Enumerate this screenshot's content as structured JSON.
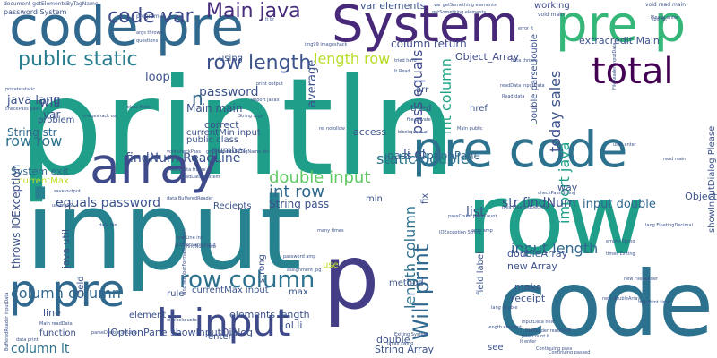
{
  "cloud": {
    "words": [
      {
        "text": "println",
        "color": "#1f9e89",
        "size": 150
      },
      {
        "text": "input",
        "color": "#26828e",
        "size": 120
      },
      {
        "text": "row",
        "color": "#1f9e89",
        "size": 110
      },
      {
        "text": "code",
        "color": "#2c728e",
        "size": 100
      },
      {
        "text": "p",
        "color": "#433e85",
        "size": 100
      },
      {
        "text": "code pre",
        "color": "#31688e",
        "size": 60
      },
      {
        "text": "System",
        "color": "#482878",
        "size": 56
      },
      {
        "text": "pre p",
        "color": "#35b779",
        "size": 56
      },
      {
        "text": "pre code",
        "color": "#2c728e",
        "size": 55
      },
      {
        "text": "array",
        "color": "#3e4a89",
        "size": 55
      },
      {
        "text": "p pre",
        "color": "#31688e",
        "size": 50
      },
      {
        "text": "lt input",
        "color": "#3e4a89",
        "size": 42
      },
      {
        "text": "total",
        "color": "#440154",
        "size": 40
      },
      {
        "text": "row column",
        "color": "#2c728e",
        "size": 26
      },
      {
        "text": "Will print",
        "color": "#31688e",
        "size": 24
      },
      {
        "text": "public static",
        "color": "#287d8e",
        "size": 22
      },
      {
        "text": "code var",
        "color": "#3e4a89",
        "size": 22
      },
      {
        "text": "Main java",
        "color": "#472d7b",
        "size": 22
      },
      {
        "text": "row length",
        "color": "#3b528b",
        "size": 22
      },
      {
        "text": "double input",
        "color": "#5ec962",
        "size": 18
      },
      {
        "text": "int row",
        "color": "#31688e",
        "size": 18
      },
      {
        "text": "length column",
        "color": "#2c728e",
        "size": 16
      },
      {
        "text": "static double",
        "color": "#2c728e",
        "size": 16
      },
      {
        "text": "int column",
        "color": "#20a486",
        "size": 16
      },
      {
        "text": "today sales",
        "color": "#3b528b",
        "size": 16
      },
      {
        "text": "import java",
        "color": "#1f9e89",
        "size": 16
      },
      {
        "text": "pass equals",
        "color": "#3e4a89",
        "size": 16
      },
      {
        "text": "String pass",
        "color": "#3b528b",
        "size": 12
      },
      {
        "text": "column column",
        "color": "#31688e",
        "size": 16
      },
      {
        "text": "input length",
        "color": "#31688e",
        "size": 16
      },
      {
        "text": "equals password",
        "color": "#3b528b",
        "size": 14
      },
      {
        "text": "findNum ReadLine",
        "color": "#3b528b",
        "size": 14
      },
      {
        "text": "row row",
        "color": "#2c728e",
        "size": 16
      },
      {
        "text": "password",
        "color": "#3b528b",
        "size": 14
      },
      {
        "text": "length row",
        "color": "#b8de29",
        "size": 16
      },
      {
        "text": "column lt",
        "color": "#2c728e",
        "size": 14
      },
      {
        "text": "str findNum",
        "color": "#3b528b",
        "size": 14
      },
      {
        "text": "input double",
        "color": "#31688e",
        "size": 13
      },
      {
        "text": "pass JOptionPane",
        "color": "#31688e",
        "size": 12
      },
      {
        "text": "String str",
        "color": "#31688e",
        "size": 12
      },
      {
        "text": "java lang",
        "color": "#3b528b",
        "size": 13
      },
      {
        "text": "will",
        "color": "#3b528b",
        "size": 14
      },
      {
        "text": "loop",
        "color": "#3b528b",
        "size": 13
      },
      {
        "text": "average",
        "color": "#3b528b",
        "size": 13
      },
      {
        "text": "column return",
        "color": "#3e4a89",
        "size": 12
      },
      {
        "text": "Object_Array",
        "color": "#3e4a89",
        "size": 11
      },
      {
        "text": "extracredit Main",
        "color": "#3b528b",
        "size": 11
      },
      {
        "text": "working",
        "color": "#3e4a89",
        "size": 10
      },
      {
        "text": "var",
        "color": "#3b528b",
        "size": 12
      },
      {
        "text": "n",
        "color": "#31688e",
        "size": 20
      },
      {
        "text": "Main main",
        "color": "#3b528b",
        "size": 12
      },
      {
        "text": "correct",
        "color": "#3b528b",
        "size": 11
      },
      {
        "text": "currentMin input",
        "color": "#3b528b",
        "size": 10
      },
      {
        "text": "public class",
        "color": "#3b528b",
        "size": 10
      },
      {
        "text": "number",
        "color": "#3b528b",
        "size": 10
      },
      {
        "text": "System exit",
        "color": "#31688e",
        "size": 11
      },
      {
        "text": "currentMax",
        "color": "#bddf26",
        "size": 10
      },
      {
        "text": "throws IOException",
        "color": "#3b528b",
        "size": 12
      },
      {
        "text": "problem",
        "color": "#3b528b",
        "size": 10
      },
      {
        "text": "java util",
        "color": "#3b528b",
        "size": 11
      },
      {
        "text": "Reciepts",
        "color": "#3b528b",
        "size": 10
      },
      {
        "text": "strong",
        "color": "#3b528b",
        "size": 10
      },
      {
        "text": "list",
        "color": "#3b528b",
        "size": 14
      },
      {
        "text": "li ol",
        "color": "#3b528b",
        "size": 14
      },
      {
        "text": "fix",
        "color": "#3b528b",
        "size": 10
      },
      {
        "text": "access",
        "color": "#3b528b",
        "size": 11
      },
      {
        "text": "tried",
        "color": "#3b528b",
        "size": 10
      },
      {
        "text": "href",
        "color": "#3b528b",
        "size": 10
      },
      {
        "text": "arr",
        "color": "#3b528b",
        "size": 10
      },
      {
        "text": "min",
        "color": "#3b528b",
        "size": 10
      },
      {
        "text": "way",
        "color": "#3b528b",
        "size": 11
      },
      {
        "text": "Object",
        "color": "#3b528b",
        "size": 11
      },
      {
        "text": "make",
        "color": "#3b528b",
        "size": 11
      },
      {
        "text": "receipt",
        "color": "#3b528b",
        "size": 11
      },
      {
        "text": "doubleArray",
        "color": "#3b528b",
        "size": 11
      },
      {
        "text": "new Array",
        "color": "#3b528b",
        "size": 11
      },
      {
        "text": "showInputDialog Please",
        "color": "#3b528b",
        "size": 10
      },
      {
        "text": "Double parseDouble",
        "color": "#3b528b",
        "size": 10
      },
      {
        "text": "field label",
        "color": "#3b528b",
        "size": 10
      },
      {
        "text": "elements length",
        "color": "#3b528b",
        "size": 11
      },
      {
        "text": "currentMax input",
        "color": "#3b528b",
        "size": 10
      },
      {
        "text": "max",
        "color": "#3b528b",
        "size": 10
      },
      {
        "text": "ol li",
        "color": "#3b528b",
        "size": 11
      },
      {
        "text": "element",
        "color": "#3b528b",
        "size": 10
      },
      {
        "text": "function",
        "color": "#3b528b",
        "size": 10
      },
      {
        "text": "line",
        "color": "#3b528b",
        "size": 11
      },
      {
        "text": "JOptionPane showInputDialog",
        "color": "#3b528b",
        "size": 11
      },
      {
        "text": "String Array",
        "color": "#3b528b",
        "size": 11
      },
      {
        "text": "double",
        "color": "#3b528b",
        "size": 11
      },
      {
        "text": "enter",
        "color": "#3b528b",
        "size": 10
      },
      {
        "text": "see",
        "color": "#3b528b",
        "size": 10
      },
      {
        "text": "method",
        "color": "#3b528b",
        "size": 10
      },
      {
        "text": "rule",
        "color": "#3b528b",
        "size": 10
      },
      {
        "text": "use",
        "color": "#bddf26",
        "size": 10
      },
      {
        "text": "field",
        "color": "#3b528b",
        "size": 10
      },
      {
        "text": "using",
        "color": "#3b528b",
        "size": 10
      },
      {
        "text": "var elements",
        "color": "#3b528b",
        "size": 11
      },
      {
        "text": "password System",
        "color": "#3b528b",
        "size": 8
      },
      {
        "text": "document getElementsByTagName",
        "color": "#3b528b",
        "size": 6
      },
      {
        "text": "program lt",
        "color": "#3b528b",
        "size": 6
      },
      {
        "text": "void main",
        "color": "#3b528b",
        "size": 6
      },
      {
        "text": "void read main",
        "color": "#3b528b",
        "size": 6
      },
      {
        "text": "args throws",
        "color": "#3b528b",
        "size": 5
      },
      {
        "text": "questions p",
        "color": "#3b528b",
        "size": 5
      },
      {
        "text": "img99 imageshack",
        "color": "#3b528b",
        "size": 5
      },
      {
        "text": "void checkPass",
        "color": "#3b528b",
        "size": 5
      },
      {
        "text": "getElementsByTagName div",
        "color": "#3b528b",
        "size": 5
      },
      {
        "text": "private static",
        "color": "#3b528b",
        "size": 5
      },
      {
        "text": "checkPass pass",
        "color": "#3b528b",
        "size": 5
      },
      {
        "text": "print output",
        "color": "#3b528b",
        "size": 5
      },
      {
        "text": "import javax",
        "color": "#3b528b",
        "size": 5
      },
      {
        "text": "String args",
        "color": "#3b528b",
        "size": 5
      },
      {
        "text": "class Main",
        "color": "#3b528b",
        "size": 5
      },
      {
        "text": "imageshack us",
        "color": "#3b528b",
        "size": 5
      },
      {
        "text": "tried hard",
        "color": "#3b528b",
        "size": 5
      },
      {
        "text": "Main public",
        "color": "#3b528b",
        "size": 5
      },
      {
        "text": "file private",
        "color": "#3b528b",
        "size": 5
      },
      {
        "text": "blockquote ol",
        "color": "#3b528b",
        "size": 5
      },
      {
        "text": "Read data",
        "color": "#3b528b",
        "size": 5
      },
      {
        "text": "lt Read",
        "color": "#3b528b",
        "size": 5
      },
      {
        "text": "many times",
        "color": "#3b528b",
        "size": 5
      },
      {
        "text": "password amp",
        "color": "#3b528b",
        "size": 5
      },
      {
        "text": "assignment jpg",
        "color": "#3b528b",
        "size": 5
      },
      {
        "text": "ol blockquote",
        "color": "#3b528b",
        "size": 5
      },
      {
        "text": "data print",
        "color": "#3b528b",
        "size": 5
      },
      {
        "text": "Main readData",
        "color": "#3b528b",
        "size": 5
      },
      {
        "text": "parseDouble Double",
        "color": "#3b528b",
        "size": 5
      },
      {
        "text": "readLine int",
        "color": "#3b528b",
        "size": 5
      },
      {
        "text": "JOptionPane input",
        "color": "#3b528b",
        "size": 5
      },
      {
        "text": "findNum new",
        "color": "#3b528b",
        "size": 5
      },
      {
        "text": "int passCount",
        "color": "#3b528b",
        "size": 5
      },
      {
        "text": "java FloatingDecimal",
        "color": "#3b528b",
        "size": 5
      },
      {
        "text": "amp amp",
        "color": "#3b528b",
        "size": 5
      },
      {
        "text": "times Exiting",
        "color": "#3b528b",
        "size": 5
      },
      {
        "text": "user enter",
        "color": "#3b528b",
        "size": 5
      },
      {
        "text": "read main",
        "color": "#3b528b",
        "size": 5
      },
      {
        "text": "jpg rel",
        "color": "#3b528b",
        "size": 5
      },
      {
        "text": "error lt",
        "color": "#3b528b",
        "size": 5
      },
      {
        "text": "Please enter",
        "color": "#3b528b",
        "size": 5
      },
      {
        "text": "new doubleArray",
        "color": "#3b528b",
        "size": 5
      },
      {
        "text": "lang FloatingDecimal",
        "color": "#3b528b",
        "size": 5
      },
      {
        "text": "Continuing passed",
        "color": "#3b528b",
        "size": 5
      },
      {
        "text": "javax swing",
        "color": "#3b528b",
        "size": 5
      },
      {
        "text": "Exiting System",
        "color": "#3b528b",
        "size": 5
      },
      {
        "text": "empty String",
        "color": "#3b528b",
        "size": 5
      },
      {
        "text": "lang double",
        "color": "#3b528b",
        "size": 5
      },
      {
        "text": "save output",
        "color": "#3b528b",
        "size": 5
      },
      {
        "text": "us img99",
        "color": "#3b528b",
        "size": 5
      },
      {
        "text": "data file",
        "color": "#3b528b",
        "size": 5
      },
      {
        "text": "BufferedReader inputData",
        "color": "#3b528b",
        "size": 5
      },
      {
        "text": "readData System",
        "color": "#3b528b",
        "size": 5
      },
      {
        "text": "data BufferedReader",
        "color": "#3b528b",
        "size": 5
      },
      {
        "text": "readData frame",
        "color": "#3b528b",
        "size": 5
      },
      {
        "text": "var getSomething elements",
        "color": "#3b528b",
        "size": 5
      },
      {
        "text": "passCount pass",
        "color": "#3b528b",
        "size": 5
      },
      {
        "text": "FileReader inputData",
        "color": "#3b528b",
        "size": 5
      },
      {
        "text": "data throws",
        "color": "#3b528b",
        "size": 5
      },
      {
        "text": "lang NumberFormatException",
        "color": "#3b528b",
        "size": 5
      },
      {
        "text": "IOException String",
        "color": "#3b528b",
        "size": 5
      },
      {
        "text": "checkPass String",
        "color": "#3b528b",
        "size": 5
      },
      {
        "text": "new FileReader",
        "color": "#3b528b",
        "size": 5
      },
      {
        "text": "length element",
        "color": "#3b528b",
        "size": 5
      },
      {
        "text": "rel nofollow",
        "color": "#3b528b",
        "size": 5
      },
      {
        "text": "dataPrint time",
        "color": "#3b528b",
        "size": 5
      },
      {
        "text": "getSomething elements",
        "color": "#3b528b",
        "size": 5
      },
      {
        "text": "readData inputData",
        "color": "#3b528b",
        "size": 5
      },
      {
        "text": "lt br",
        "color": "#3b528b",
        "size": 5
      },
      {
        "text": "inputData new",
        "color": "#3b528b",
        "size": 5
      },
      {
        "text": "FileReader readData",
        "color": "#3b528b",
        "size": 5
      },
      {
        "text": "passCount lt",
        "color": "#3b528b",
        "size": 5
      },
      {
        "text": "lt enter",
        "color": "#3b528b",
        "size": 5
      },
      {
        "text": "Continuing pass",
        "color": "#3b528b",
        "size": 5
      }
    ]
  }
}
